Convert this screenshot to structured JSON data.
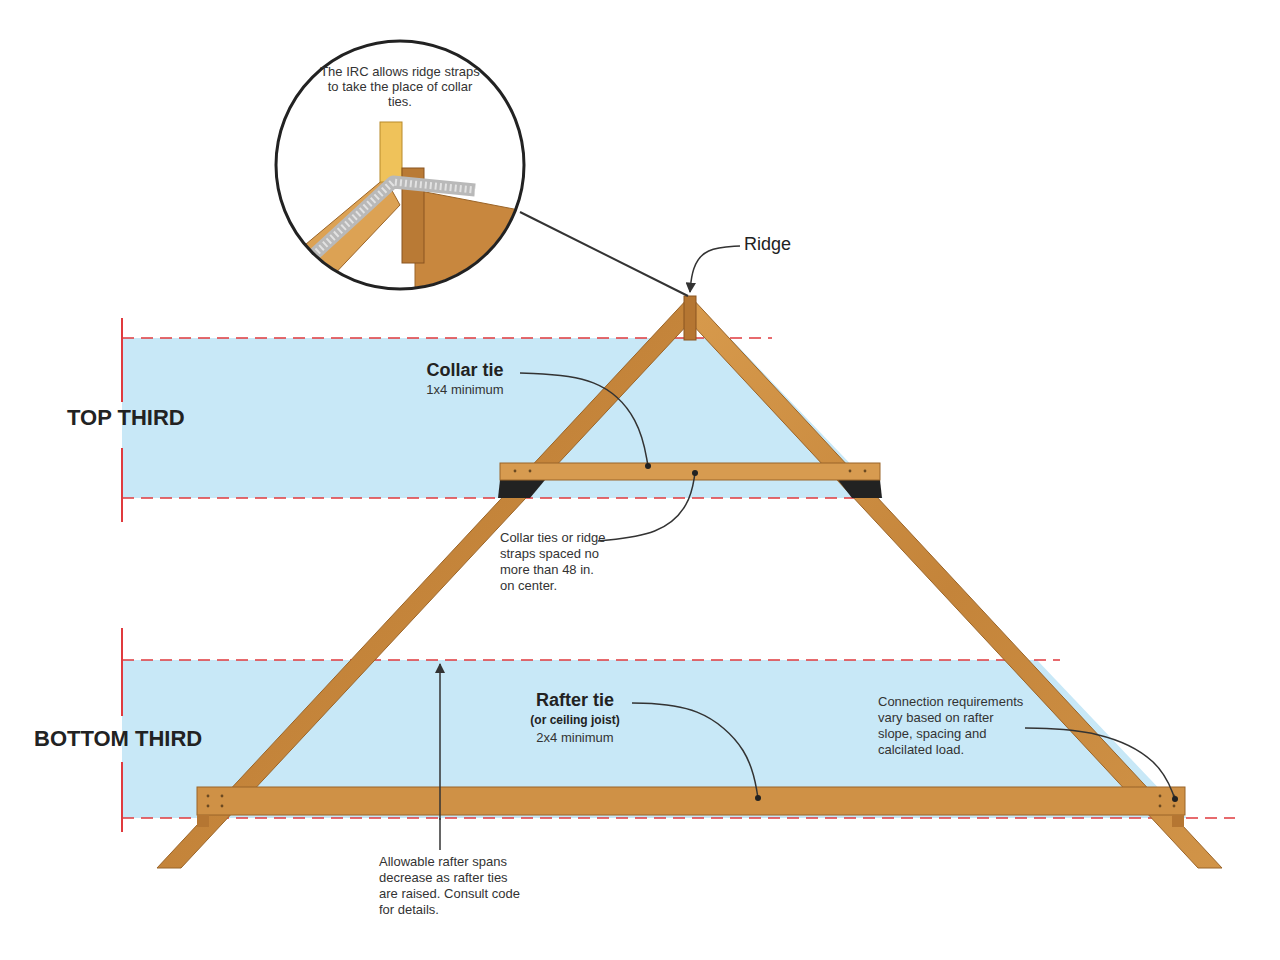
{
  "diagram": {
    "nodes": [
      {
        "text": [
          "The IRC allows ridge straps to take the place of collar ties."
        ]
      },
      {
        "text": [
          "TOP THIRD"
        ]
      },
      {
        "text": [
          "BOTTOM THIRD"
        ]
      }
    ],
    "labels": [
      "Ridge",
      "Collar tie",
      "1x4 minimum",
      "Collar ties or ridge straps spaced no more than 48 in. on center.",
      "Rafter tie",
      "(or ceiling joist)",
      "2x4 minimum",
      "Connection requirements vary based on rafter slope, spacing and calcilated load.",
      "Allowable rafter spans decrease as rafter ties are raised. Consult code for details."
    ]
  }
}
